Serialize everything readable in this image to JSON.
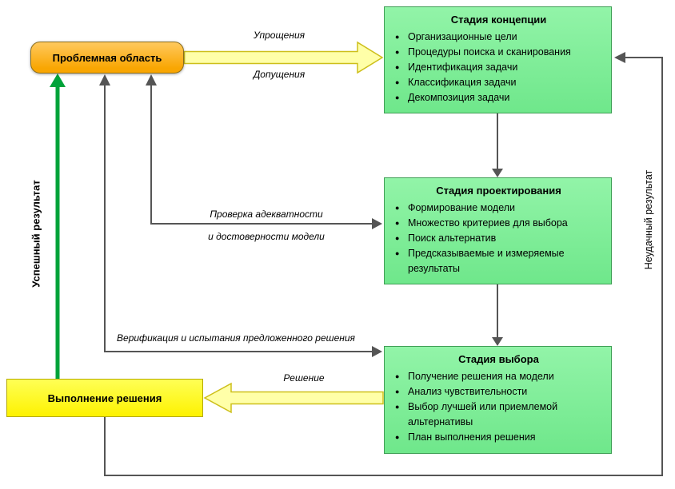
{
  "problem_box": {
    "label": "Проблемная область"
  },
  "implementation_box": {
    "label": "Выполнение решения"
  },
  "stages": {
    "concept": {
      "title": "Стадия концепции",
      "items": [
        "Организационные цели",
        "Процедуры поиска и сканирования",
        "Идентификация задачи",
        "Классификация задачи",
        "Декомпозиция задачи"
      ]
    },
    "design": {
      "title": "Стадия проектирования",
      "items": [
        "Формирование модели",
        "Множество критериев для выбора",
        "Поиск альтернатив",
        "Предсказываемые и измеряемые результаты"
      ]
    },
    "choice": {
      "title": "Стадия выбора",
      "items": [
        "Получение решения на модели",
        "Анализ чувствительности",
        "Выбор лучшей или приемлемой альтернативы",
        "План выполнения решения"
      ]
    }
  },
  "labels": {
    "simplifications": "Упрощения",
    "assumptions": "Допущения",
    "model_check_line1": "Проверка адекватности",
    "model_check_line2": "и достоверности модели",
    "verification": "Верификация и испытания предложенного решения",
    "solution": "Решение",
    "success": "Успешный результат",
    "failure": "Неудачный результат"
  },
  "colors": {
    "stage_fill": "#6fe78b",
    "stage_fill_light": "#92f4a8",
    "stage_border": "#3f9e55",
    "problem_fill": "#f9a602",
    "problem_fill_light": "#ffc95e",
    "problem_border": "#8a6d1c",
    "implementation_fill": "#fdf200",
    "implementation_fill_light": "#ffff55",
    "implementation_border": "#b5a900",
    "arrow_fill": "#ffffa8",
    "arrow_stroke": "#cdbf1a",
    "line_color": "#555555",
    "success_color": "#00a33a"
  }
}
